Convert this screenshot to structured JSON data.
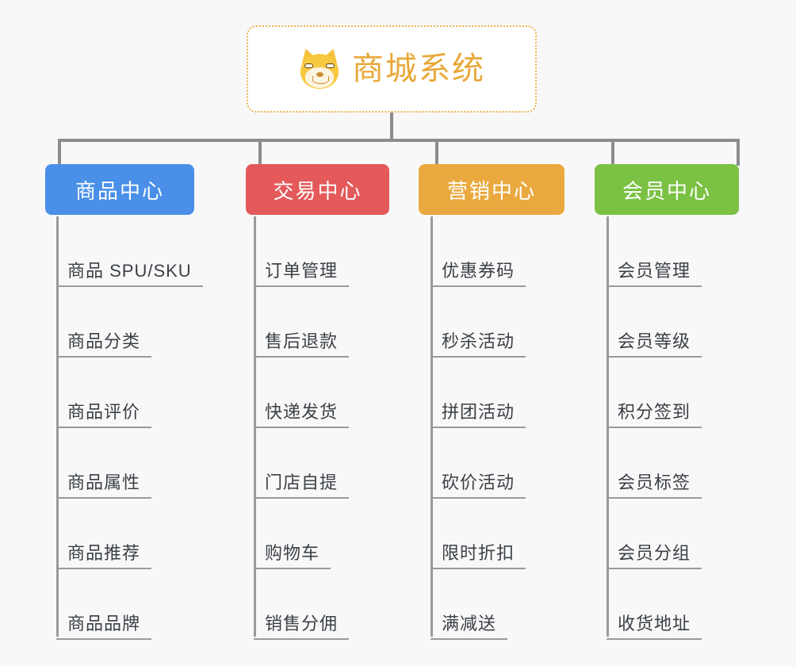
{
  "page": {
    "background_color": "#f8f8f8",
    "line_color": "#8c8c8c",
    "leaf_text_color": "#3b4046"
  },
  "root": {
    "title": "商城系统",
    "icon": "shiba-dog-face-icon",
    "title_color": "#e8a838",
    "border_color": "#e9b24b",
    "border_style": "dotted",
    "background": "#ffffff"
  },
  "categories": [
    {
      "label": "商品中心",
      "color": "#4a90e8",
      "items": [
        "商品 SPU/SKU",
        "商品分类",
        "商品评价",
        "商品属性",
        "商品推荐",
        "商品品牌"
      ]
    },
    {
      "label": "交易中心",
      "color": "#e4595a",
      "items": [
        "订单管理",
        "售后退款",
        "快递发货",
        "门店自提",
        "购物车",
        "销售分佣"
      ]
    },
    {
      "label": "营销中心",
      "color": "#eaa93f",
      "items": [
        "优惠券码",
        "秒杀活动",
        "拼团活动",
        "砍价活动",
        "限时折扣",
        "满减送"
      ]
    },
    {
      "label": "会员中心",
      "color": "#7bc143",
      "items": [
        "会员管理",
        "会员等级",
        "积分签到",
        "会员标签",
        "会员分组",
        "收货地址"
      ]
    }
  ]
}
